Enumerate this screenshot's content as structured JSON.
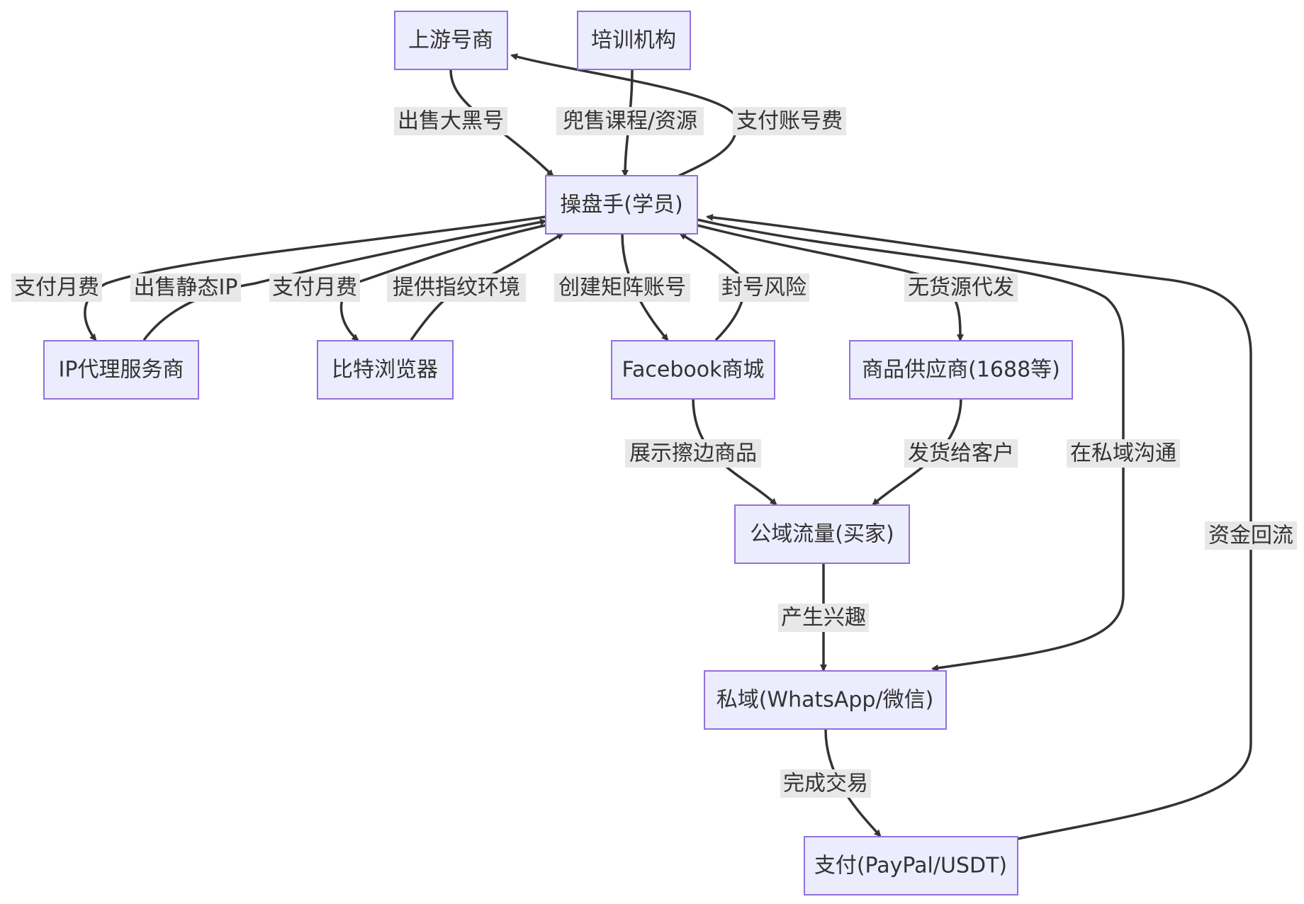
{
  "diagram": {
    "type": "flowchart",
    "nodes": {
      "upstream": "上游号商",
      "training": "培训机构",
      "operator": "操盘手(学员)",
      "ip_proxy": "IP代理服务商",
      "bit_browser": "比特浏览器",
      "fb_shop": "Facebook商城",
      "supplier": "商品供应商(1688等)",
      "public_traffic": "公域流量(买家)",
      "private_domain": "私域(WhatsApp/微信)",
      "payment": "支付(PayPal/USDT)"
    },
    "edges": {
      "upstream_to_operator": "出售大黑号",
      "training_to_operator": "兜售课程/资源",
      "operator_to_upstream": "支付账号费",
      "operator_to_ip_proxy": "支付月费",
      "ip_proxy_to_operator": "出售静态IP",
      "operator_to_bit_browser": "支付月费",
      "bit_browser_to_operator": "提供指纹环境",
      "operator_to_fb_shop": "创建矩阵账号",
      "fb_shop_to_operator": "封号风险",
      "operator_to_supplier": "无货源代发",
      "fb_shop_to_public_traffic": "展示擦边商品",
      "supplier_to_public_traffic": "发货给客户",
      "operator_to_private_domain": "在私域沟通",
      "payment_to_operator": "资金回流",
      "public_traffic_to_private_domain": "产生兴趣",
      "private_domain_to_payment": "完成交易"
    }
  },
  "colors": {
    "node_fill": "#ececff",
    "node_stroke": "#9370db",
    "edge": "#333333",
    "label_bg": "#e8e8e8",
    "text": "#333333"
  }
}
